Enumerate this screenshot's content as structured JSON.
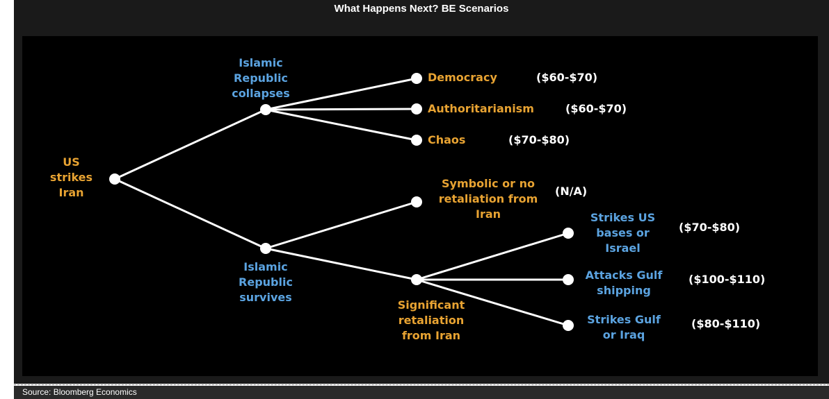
{
  "title": "What Happens Next? BE Scenarios",
  "source": "Source: Bloomberg Economics",
  "colors": {
    "blue": "#5ba3e0",
    "orange": "#e8a332",
    "line": "#ffffff",
    "background": "#000000"
  },
  "nodes": {
    "root": "US\nstrikes\nIran",
    "collapses": "Islamic\nRepublic\ncollapses",
    "survives": "Islamic\nRepublic\nsurvives",
    "democracy": "Democracy",
    "democracy_price": "($60-$70)",
    "authoritarianism": "Authoritarianism",
    "authoritarianism_price": "($60-$70)",
    "chaos": "Chaos",
    "chaos_price": "($70-$80)",
    "symbolic": "Symbolic or no\nretaliation from\nIran",
    "symbolic_price": "(N/A)",
    "significant": "Significant\nretaliation\nfrom Iran",
    "strikes_us": "Strikes US\nbases or\nIsrael",
    "strikes_us_price": "($70-$80)",
    "attacks_gulf": "Attacks Gulf\nshipping",
    "attacks_gulf_price": "($100-$110)",
    "strikes_gulf": "Strikes Gulf\nor Iraq",
    "strikes_gulf_price": "($80-$110)"
  }
}
